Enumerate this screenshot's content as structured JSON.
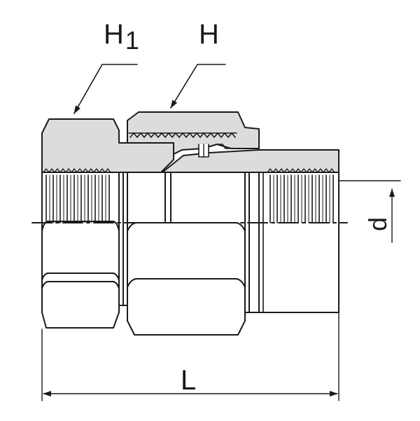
{
  "labels": {
    "h1_main": "H",
    "h1_sub": "1",
    "h": "H",
    "d": "d",
    "l": "L"
  },
  "colors": {
    "outline": "#1a1a1a",
    "section_fill": "#dcdcdc",
    "background": "#ffffff"
  }
}
